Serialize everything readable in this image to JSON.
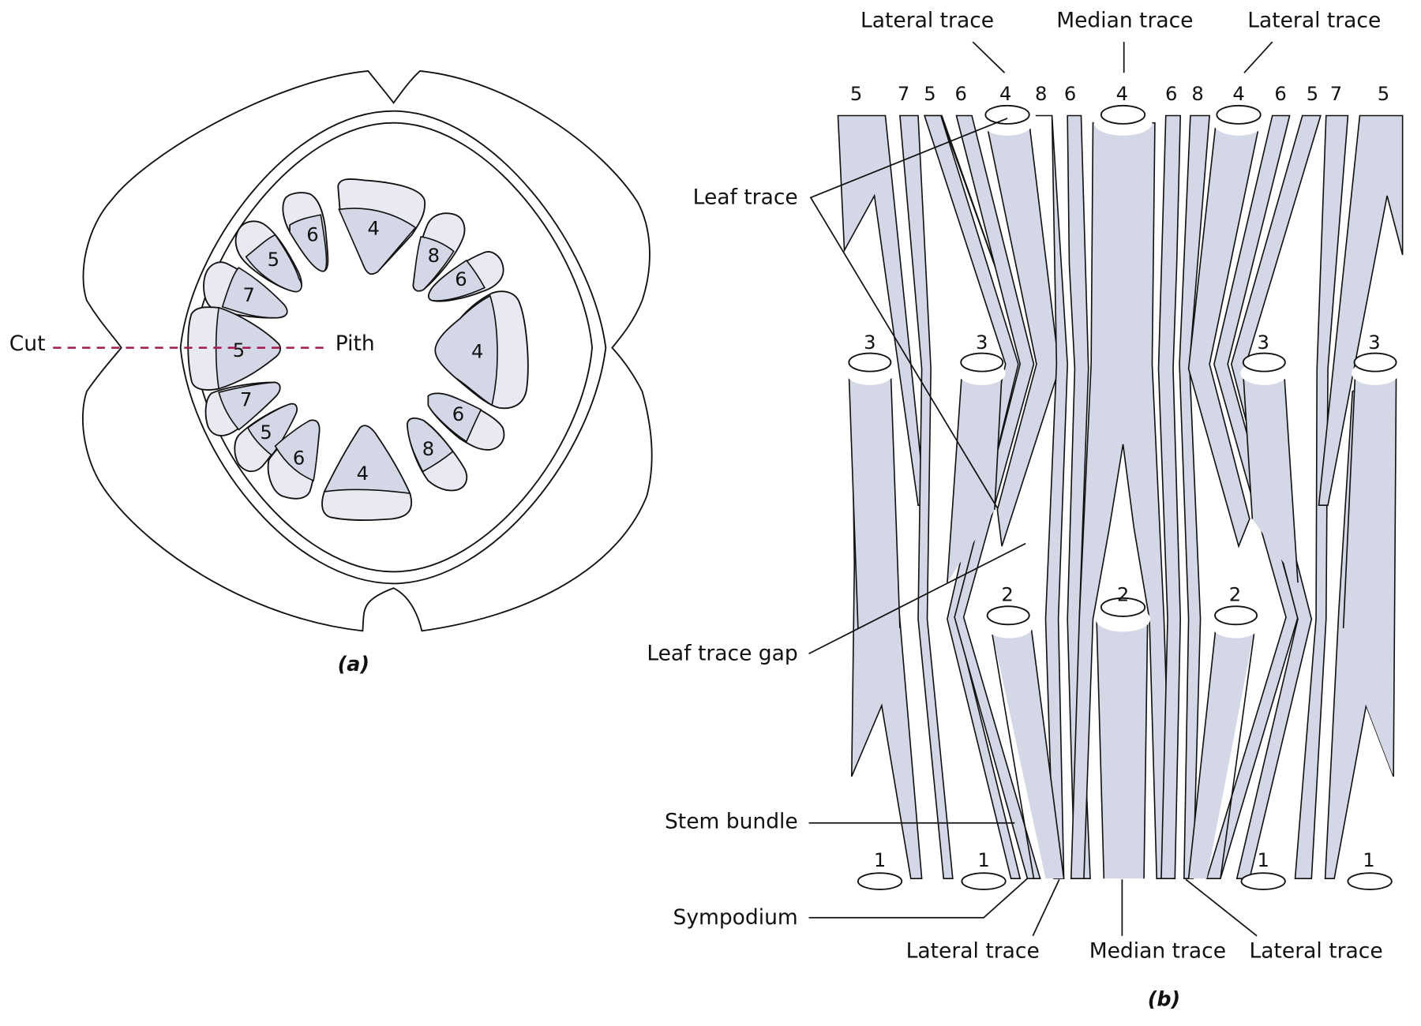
{
  "panel_a": {
    "caption": "(a)",
    "labels": {
      "cut": "Cut",
      "pith": "Pith"
    },
    "bundles": [
      {
        "id": "top",
        "number": "4"
      },
      {
        "id": "upper-left-6",
        "number": "6"
      },
      {
        "id": "upper-left-5",
        "number": "5"
      },
      {
        "id": "upper-left-7",
        "number": "7"
      },
      {
        "id": "left",
        "number": "5"
      },
      {
        "id": "lower-left-7",
        "number": "7"
      },
      {
        "id": "lower-left-5",
        "number": "5"
      },
      {
        "id": "lower-left-6",
        "number": "6"
      },
      {
        "id": "bottom",
        "number": "4"
      },
      {
        "id": "lower-right-8",
        "number": "8"
      },
      {
        "id": "lower-right-6",
        "number": "6"
      },
      {
        "id": "right",
        "number": "4"
      },
      {
        "id": "upper-right-6",
        "number": "6"
      },
      {
        "id": "upper-right-8",
        "number": "8"
      }
    ],
    "colors": {
      "phloem": "#e9eaf1",
      "xylem": "#d4d7e5",
      "cut_line": "#a5184f"
    }
  },
  "panel_b": {
    "caption": "(b)",
    "top_numbers": [
      "5",
      "7",
      "5",
      "6",
      "4",
      "8",
      "6",
      "4",
      "6",
      "8",
      "4",
      "6",
      "5",
      "7",
      "5"
    ],
    "level3_numbers": [
      "3",
      "3",
      "3",
      "3"
    ],
    "level2_numbers": [
      "2",
      "2",
      "2"
    ],
    "level1_numbers": [
      "1",
      "1",
      "1",
      "1"
    ],
    "top_labels": {
      "lateral_left": "Lateral trace",
      "median": "Median trace",
      "lateral_right": "Lateral trace"
    },
    "side_labels": {
      "leaf_trace": "Leaf trace",
      "leaf_trace_gap": "Leaf trace gap",
      "stem_bundle": "Stem bundle",
      "sympodium": "Sympodium"
    },
    "bottom_labels": {
      "lateral_left": "Lateral trace",
      "median": "Median trace",
      "lateral_right": "Lateral trace"
    }
  }
}
